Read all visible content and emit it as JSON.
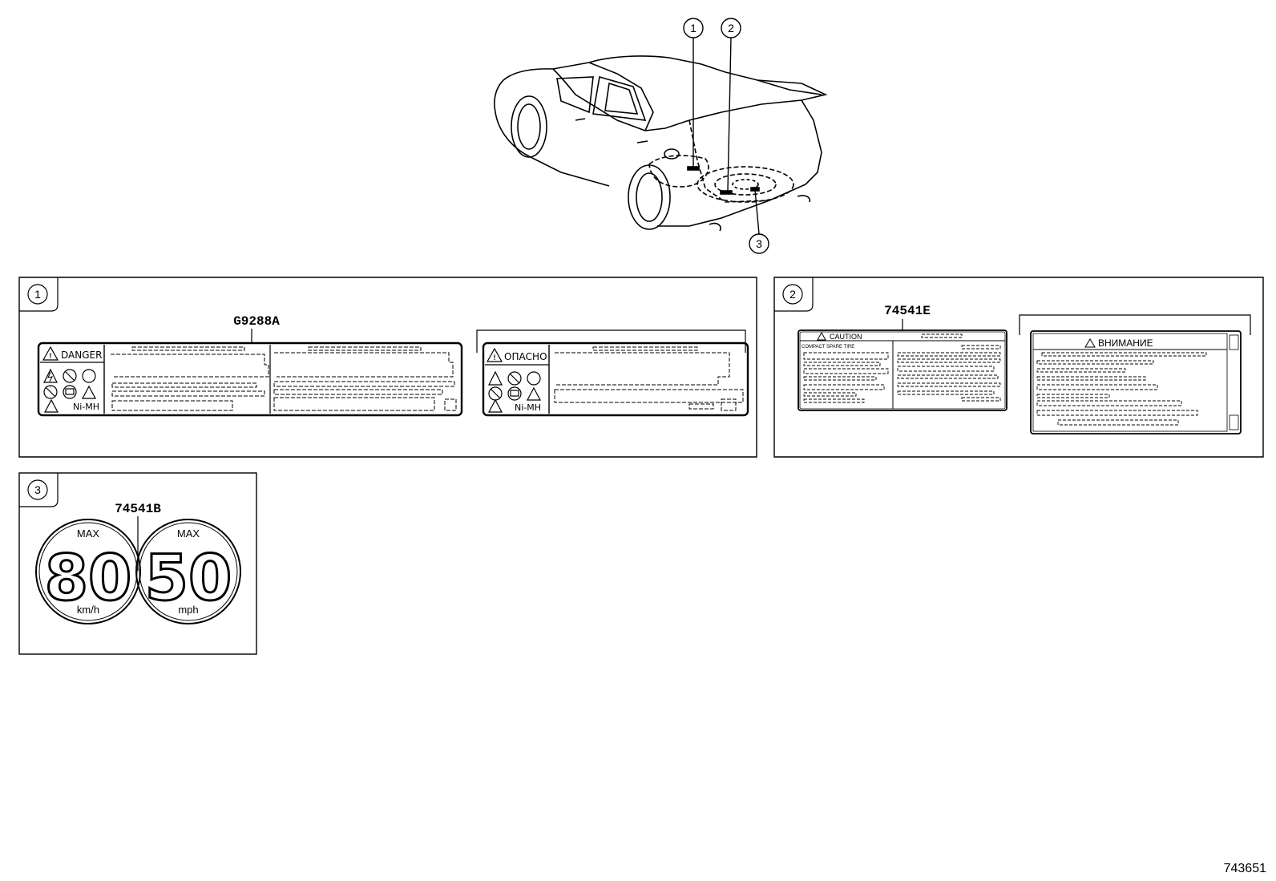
{
  "callouts": [
    "1",
    "2",
    "3"
  ],
  "panel1": {
    "part_number": "G9288A",
    "label_en": {
      "title": "DANGER",
      "battery": "Ni-MH"
    },
    "label_ru": {
      "title": "ОПАСНО",
      "battery": "Ni-MH"
    }
  },
  "panel2": {
    "part_number": "74541E",
    "label_en": {
      "title": "CAUTION",
      "subtitle": "COMPACT SPARE TIRE"
    },
    "label_ru": {
      "title": "ВНИМАНИЕ"
    }
  },
  "panel3": {
    "part_number": "74541B",
    "left": {
      "top": "MAX",
      "value": "80",
      "unit": "km/h"
    },
    "right": {
      "top": "MAX",
      "value": "50",
      "unit": "mph"
    }
  },
  "figure_id": "743651"
}
